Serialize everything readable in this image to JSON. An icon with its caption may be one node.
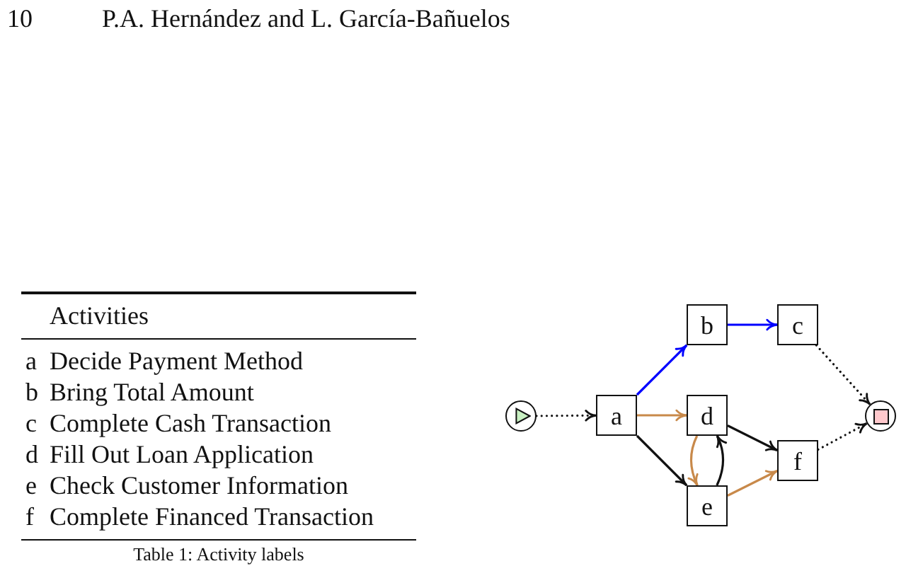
{
  "diagram": {
    "nodes": [
      {
        "text": [],
        "shape": "circle"
      },
      {
        "text": [
          "a"
        ]
      },
      {
        "text": [
          "b"
        ]
      },
      {
        "text": [
          "c"
        ]
      },
      {
        "text": [
          "d"
        ]
      },
      {
        "text": [
          "e"
        ]
      },
      {
        "text": [
          "f"
        ]
      },
      {
        "text": [],
        "shape": "circle"
      }
    ],
    "edges": [
      {
        "from": 0,
        "to": 1,
        "arrow": "to",
        "style": "dashed"
      },
      {
        "from": 1,
        "to": 2,
        "arrow": "to",
        "color": "#0000ff"
      },
      {
        "from": 1,
        "to": 4,
        "arrow": "to",
        "color": "#c8894a"
      },
      {
        "from": 1,
        "to": 5,
        "arrow": "to"
      },
      {
        "from": 2,
        "to": 3,
        "arrow": "to",
        "color": "#0000ff"
      },
      {
        "from": 4,
        "to": 5,
        "arrow": "to",
        "color": "#c8894a"
      },
      {
        "from": 5,
        "to": 4,
        "arrow": "to"
      },
      {
        "from": 4,
        "to": 6,
        "arrow": "to"
      },
      {
        "from": 5,
        "to": 6,
        "arrow": "to",
        "color": "#c8894a"
      },
      {
        "from": 3,
        "to": 7,
        "arrow": "to",
        "style": "dashed"
      },
      {
        "from": 6,
        "to": 7,
        "arrow": "to",
        "style": "dashed"
      }
    ],
    "labels": [
      "10",
      "P.A. Hernández and L. García-Bañuelos",
      "Activities",
      "a",
      "Decide Payment Method",
      "b",
      "Bring Total Amount",
      "c",
      "Complete Cash Transaction",
      "d",
      "Fill Out Loan Application",
      "e",
      "Check Customer Information",
      "f",
      "Complete Financed Transaction",
      "Table 1: Activity labels"
    ]
  }
}
